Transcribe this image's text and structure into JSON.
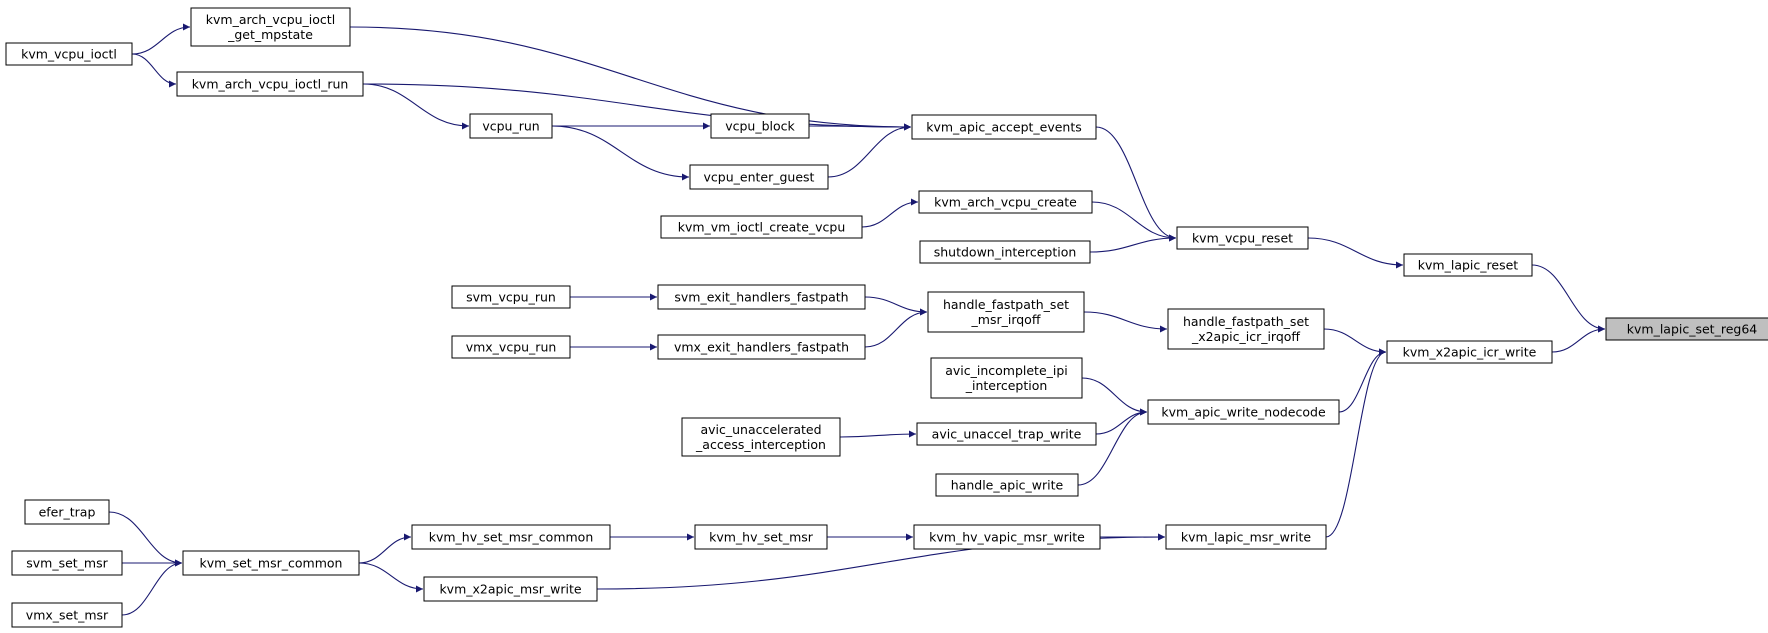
{
  "diagram": {
    "type": "call-graph",
    "root": "kvm_lapic_set_reg64",
    "edge_color": "#191970",
    "root_fill": "#bfbfbf",
    "nodes": [
      {
        "id": "kvm_lapic_set_reg64",
        "lines": [
          "kvm_lapic_set_reg64"
        ]
      },
      {
        "id": "kvm_lapic_reset",
        "lines": [
          "kvm_lapic_reset"
        ]
      },
      {
        "id": "kvm_x2apic_icr_write",
        "lines": [
          "kvm_x2apic_icr_write"
        ]
      },
      {
        "id": "kvm_vcpu_reset",
        "lines": [
          "kvm_vcpu_reset"
        ]
      },
      {
        "id": "kvm_apic_accept_events",
        "lines": [
          "kvm_apic_accept_events"
        ]
      },
      {
        "id": "kvm_arch_vcpu_create",
        "lines": [
          "kvm_arch_vcpu_create"
        ]
      },
      {
        "id": "shutdown_interception",
        "lines": [
          "shutdown_interception"
        ]
      },
      {
        "id": "kvm_arch_vcpu_ioctl_get_mpstate",
        "lines": [
          "kvm_arch_vcpu_ioctl",
          "_get_mpstate"
        ]
      },
      {
        "id": "kvm_arch_vcpu_ioctl_run",
        "lines": [
          "kvm_arch_vcpu_ioctl_run"
        ]
      },
      {
        "id": "kvm_vcpu_ioctl",
        "lines": [
          "kvm_vcpu_ioctl"
        ]
      },
      {
        "id": "vcpu_run",
        "lines": [
          "vcpu_run"
        ]
      },
      {
        "id": "vcpu_block",
        "lines": [
          "vcpu_block"
        ]
      },
      {
        "id": "vcpu_enter_guest",
        "lines": [
          "vcpu_enter_guest"
        ]
      },
      {
        "id": "kvm_vm_ioctl_create_vcpu",
        "lines": [
          "kvm_vm_ioctl_create_vcpu"
        ]
      },
      {
        "id": "handle_fastpath_set_x2apic_icr_irqoff",
        "lines": [
          "handle_fastpath_set",
          "_x2apic_icr_irqoff"
        ]
      },
      {
        "id": "handle_fastpath_set_msr_irqoff",
        "lines": [
          "handle_fastpath_set",
          "_msr_irqoff"
        ]
      },
      {
        "id": "svm_exit_handlers_fastpath",
        "lines": [
          "svm_exit_handlers_fastpath"
        ]
      },
      {
        "id": "vmx_exit_handlers_fastpath",
        "lines": [
          "vmx_exit_handlers_fastpath"
        ]
      },
      {
        "id": "svm_vcpu_run",
        "lines": [
          "svm_vcpu_run"
        ]
      },
      {
        "id": "vmx_vcpu_run",
        "lines": [
          "vmx_vcpu_run"
        ]
      },
      {
        "id": "kvm_apic_write_nodecode",
        "lines": [
          "kvm_apic_write_nodecode"
        ]
      },
      {
        "id": "avic_incomplete_ipi_interception",
        "lines": [
          "avic_incomplete_ipi",
          "_interception"
        ]
      },
      {
        "id": "avic_unaccel_trap_write",
        "lines": [
          "avic_unaccel_trap_write"
        ]
      },
      {
        "id": "avic_unaccelerated_access_interception",
        "lines": [
          "avic_unaccelerated",
          "_access_interception"
        ]
      },
      {
        "id": "handle_apic_write",
        "lines": [
          "handle_apic_write"
        ]
      },
      {
        "id": "kvm_lapic_msr_write",
        "lines": [
          "kvm_lapic_msr_write"
        ]
      },
      {
        "id": "kvm_hv_vapic_msr_write",
        "lines": [
          "kvm_hv_vapic_msr_write"
        ]
      },
      {
        "id": "kvm_hv_set_msr",
        "lines": [
          "kvm_hv_set_msr"
        ]
      },
      {
        "id": "kvm_hv_set_msr_common",
        "lines": [
          "kvm_hv_set_msr_common"
        ]
      },
      {
        "id": "kvm_set_msr_common",
        "lines": [
          "kvm_set_msr_common"
        ]
      },
      {
        "id": "kvm_x2apic_msr_write",
        "lines": [
          "kvm_x2apic_msr_write"
        ]
      },
      {
        "id": "efer_trap",
        "lines": [
          "efer_trap"
        ]
      },
      {
        "id": "svm_set_msr",
        "lines": [
          "svm_set_msr"
        ]
      },
      {
        "id": "vmx_set_msr",
        "lines": [
          "vmx_set_msr"
        ]
      }
    ],
    "edges": [
      {
        "from": "kvm_lapic_reset",
        "to": "kvm_lapic_set_reg64"
      },
      {
        "from": "kvm_x2apic_icr_write",
        "to": "kvm_lapic_set_reg64"
      },
      {
        "from": "kvm_vcpu_reset",
        "to": "kvm_lapic_reset"
      },
      {
        "from": "kvm_apic_accept_events",
        "to": "kvm_vcpu_reset"
      },
      {
        "from": "kvm_arch_vcpu_create",
        "to": "kvm_vcpu_reset"
      },
      {
        "from": "shutdown_interception",
        "to": "kvm_vcpu_reset"
      },
      {
        "from": "kvm_arch_vcpu_ioctl_get_mpstate",
        "to": "kvm_apic_accept_events"
      },
      {
        "from": "kvm_arch_vcpu_ioctl_run",
        "to": "kvm_apic_accept_events"
      },
      {
        "from": "vcpu_block",
        "to": "kvm_apic_accept_events"
      },
      {
        "from": "vcpu_enter_guest",
        "to": "kvm_apic_accept_events"
      },
      {
        "from": "kvm_vcpu_ioctl",
        "to": "kvm_arch_vcpu_ioctl_get_mpstate"
      },
      {
        "from": "kvm_vcpu_ioctl",
        "to": "kvm_arch_vcpu_ioctl_run"
      },
      {
        "from": "kvm_arch_vcpu_ioctl_run",
        "to": "vcpu_run"
      },
      {
        "from": "vcpu_run",
        "to": "vcpu_block"
      },
      {
        "from": "vcpu_run",
        "to": "vcpu_enter_guest"
      },
      {
        "from": "kvm_vm_ioctl_create_vcpu",
        "to": "kvm_arch_vcpu_create"
      },
      {
        "from": "handle_fastpath_set_x2apic_icr_irqoff",
        "to": "kvm_x2apic_icr_write"
      },
      {
        "from": "kvm_apic_write_nodecode",
        "to": "kvm_x2apic_icr_write"
      },
      {
        "from": "kvm_lapic_msr_write",
        "to": "kvm_x2apic_icr_write"
      },
      {
        "from": "handle_fastpath_set_msr_irqoff",
        "to": "handle_fastpath_set_x2apic_icr_irqoff"
      },
      {
        "from": "svm_exit_handlers_fastpath",
        "to": "handle_fastpath_set_msr_irqoff"
      },
      {
        "from": "vmx_exit_handlers_fastpath",
        "to": "handle_fastpath_set_msr_irqoff"
      },
      {
        "from": "svm_vcpu_run",
        "to": "svm_exit_handlers_fastpath"
      },
      {
        "from": "vmx_vcpu_run",
        "to": "vmx_exit_handlers_fastpath"
      },
      {
        "from": "avic_incomplete_ipi_interception",
        "to": "kvm_apic_write_nodecode"
      },
      {
        "from": "avic_unaccel_trap_write",
        "to": "kvm_apic_write_nodecode"
      },
      {
        "from": "handle_apic_write",
        "to": "kvm_apic_write_nodecode"
      },
      {
        "from": "avic_unaccelerated_access_interception",
        "to": "avic_unaccel_trap_write"
      },
      {
        "from": "kvm_hv_vapic_msr_write",
        "to": "kvm_lapic_msr_write"
      },
      {
        "from": "kvm_x2apic_msr_write",
        "to": "kvm_lapic_msr_write"
      },
      {
        "from": "kvm_hv_set_msr",
        "to": "kvm_hv_vapic_msr_write"
      },
      {
        "from": "kvm_hv_set_msr_common",
        "to": "kvm_hv_set_msr"
      },
      {
        "from": "kvm_set_msr_common",
        "to": "kvm_hv_set_msr_common"
      },
      {
        "from": "kvm_set_msr_common",
        "to": "kvm_x2apic_msr_write"
      },
      {
        "from": "efer_trap",
        "to": "kvm_set_msr_common"
      },
      {
        "from": "svm_set_msr",
        "to": "kvm_set_msr_common"
      },
      {
        "from": "vmx_set_msr",
        "to": "kvm_set_msr_common"
      }
    ]
  }
}
